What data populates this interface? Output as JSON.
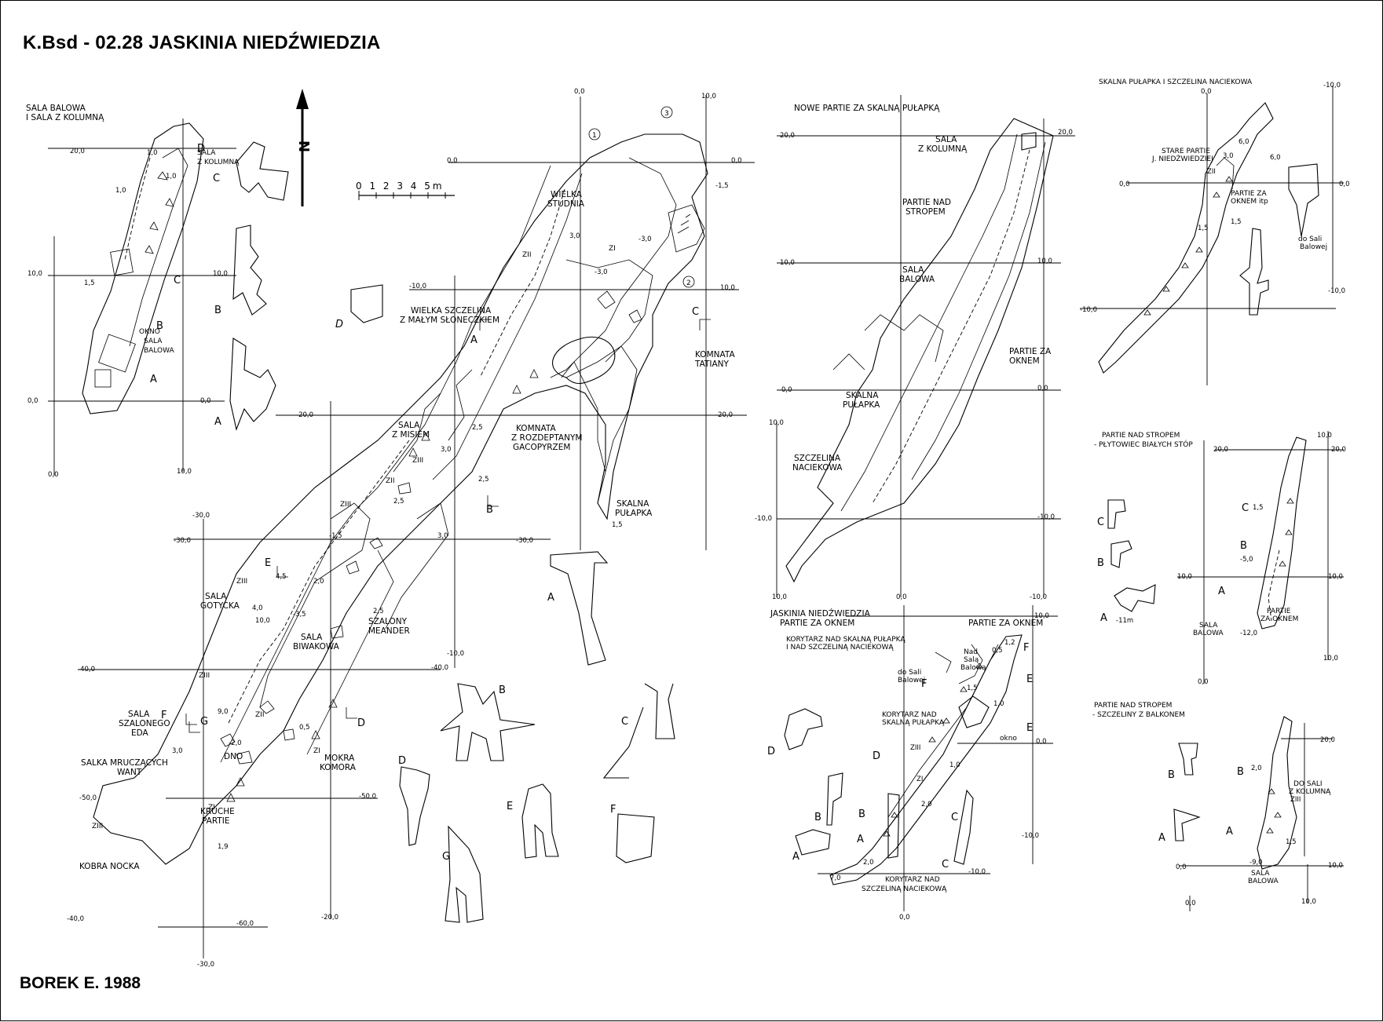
{
  "title": "K.Bsd - 02.28  JASKINIA NIEDŹWIEDZIA",
  "author": "BOREK E. 1988",
  "north_arrow": {
    "label": "N",
    "icon": "north-arrow-icon"
  },
  "scale_bar": {
    "label": "0 1 2 3 4 5m"
  },
  "panels": {
    "sala_balowa": {
      "heading_line1": "SALA BALOWA",
      "heading_line2": "I SALA Z KOLUMNĄ",
      "labels": {
        "sala_kolumna_1": "SALA",
        "sala_kolumna_2": "Z KOLUMNĄ",
        "sala_balowa_1": "SALA",
        "sala_balowa_2": "BALOWA",
        "okno": "OKNO"
      },
      "sections": [
        "A",
        "B",
        "C",
        "D"
      ],
      "ticks": [
        "20,0",
        "10,0",
        "10,0",
        "0,0",
        "0,0",
        "0,0",
        "10,0",
        "1,5",
        "1,0",
        "1,0",
        "1,0"
      ]
    },
    "main_plan": {
      "labels": {
        "wielka_studnia_1": "WIELKA",
        "wielka_studnia_2": "STUDNIA",
        "wielka_szczelina_1": "WIELKA SZCZELINA",
        "wielka_szczelina_2": "Z MAŁYM SŁONECZKIEM",
        "komnata_tatiany_1": "KOMNATA",
        "komnata_tatiany_2": "TATIANY",
        "sala_z_misiem_1": "SALA",
        "sala_z_misiem_2": "Z MISIEM",
        "komnata_gacopyrz_1": "KOMNATA",
        "komnata_gacopyrz_2": "Z ROZDEPTANYM",
        "komnata_gacopyrz_3": "GACOPYRZEM",
        "skalna_pulapka_1": "SKALNA",
        "skalna_pulapka_2": "PUŁAPKA",
        "sala_gotycka_1": "SALA",
        "sala_gotycka_2": "GOTYCKA",
        "sala_biwakowa_1": "SALA",
        "sala_biwakowa_2": "BIWAKOWA",
        "szalony_meander_1": "SZALONY",
        "szalony_meander_2": "MEANDER",
        "sala_szalonego_1": "SALA",
        "sala_szalonego_2": "SZALONEGO",
        "sala_szalonego_3": "EDA",
        "salka_1": "SALKA MRUCZĄCYCH",
        "salka_2": "WANT",
        "dno": "DNO",
        "mokra_komora_1": "MOKRA",
        "mokra_komora_2": "KOMORA",
        "kruche_1": "KRUCHE",
        "kruche_2": "PARTIE",
        "kobra_nocka": "KOBRA NOCKA"
      },
      "zones": [
        "ZI",
        "ZII",
        "ZIII",
        "ZII",
        "ZIII",
        "ZIII",
        "ZIII",
        "ZII",
        "ZI",
        "ZI",
        "ZIII"
      ],
      "markers": [
        "1",
        "2",
        "3"
      ],
      "sections": [
        "A",
        "B",
        "C",
        "D",
        "E",
        "F",
        "G"
      ],
      "ticks": [
        "0,0",
        "10,0",
        "0,0",
        "0,0",
        "-1,5",
        "-10,0",
        "10,0",
        "-20,0",
        "-20,0",
        "-30,0",
        "-30,0",
        "-30,0",
        "-40,0",
        "-40,0",
        "-10,0",
        "-50,0",
        "-50,0",
        "-40,0",
        "-20,0",
        "-60,0",
        "-30,0",
        "3,0",
        "-3,0",
        "-3,0",
        "2,5",
        "2,5",
        "3,0",
        "2,5",
        "1,5",
        "-1,5",
        "3,0",
        "4,5",
        "4,0",
        "2,0",
        "-3,5",
        "10,0",
        "2,5",
        "9,0",
        "-2,0",
        "0,5",
        "3,0",
        "1,9"
      ]
    },
    "main_sections": {
      "labels": [
        "A",
        "B",
        "C",
        "D",
        "E",
        "F",
        "G"
      ]
    },
    "nowe_partie": {
      "heading": "NOWE PARTIE ZA SKALNĄ PUŁAPKĄ",
      "labels": {
        "sala_kolumna_1": "SALA",
        "sala_kolumna_2": "Z KOLUMNĄ",
        "partie_nad_1": "PARTIE NAD",
        "partie_nad_2": "STROPEM",
        "sala_balowa_1": "SALA",
        "sala_balowa_2": "BALOWA",
        "partie_za_1": "PARTIE ZA",
        "partie_za_2": "OKNEM",
        "skalna_1": "SKALNA",
        "skalna_2": "PUŁAPKA",
        "szczelina_1": "SZCZELINA",
        "szczelina_2": "NACIEKOWA"
      },
      "ticks": [
        "20,0",
        "20,0",
        "10,0",
        "10,0",
        "0,0",
        "0,0",
        "10,0",
        "-10,0",
        "-10,0",
        "10,0",
        "0,0",
        "-10,0"
      ]
    },
    "skalna_pulapka_szczelina": {
      "heading": "SKALNA PUŁAPKA I SZCZELINA NACIEKOWA",
      "labels": {
        "stare_1": "STARE PARTIE",
        "stare_2": "J. NIEDŹWIEDZIEJ",
        "partie_za_1": "PARTIE ZA",
        "partie_za_2": "OKNEM itp",
        "do_sali_1": "do Sali",
        "do_sali_2": "Balowej"
      },
      "ticks": [
        "0,0",
        "-10,0",
        "0,0",
        "0,0",
        "-10,0",
        "-10,0",
        "6,0",
        "3,0",
        "6,0",
        "1,5",
        "1,5",
        "ZII"
      ]
    },
    "plytowiec": {
      "heading_line1": "PARTIE NAD STROPEM",
      "heading_line2": "- PŁYTOWIEC BIAŁYCH STÓP",
      "labels": {
        "partie_1": "PARTIE",
        "partie_2": "ZA OKNEM",
        "sala_1": "SALA",
        "sala_2": "BALOWA"
      },
      "sections": [
        "A",
        "B",
        "C",
        "A",
        "B",
        "C"
      ],
      "ticks": [
        "10,0",
        "20,0",
        "20,0",
        "10,0",
        "10,0",
        "10,0",
        "0,0",
        "-5,0",
        "-12,0",
        "1,5",
        "-11m"
      ]
    },
    "balkon": {
      "heading_line1": "PARTIE NAD STROPEM",
      "heading_line2": "- SZCZELINY Z BALKONEM",
      "labels": {
        "do_sali_1": "DO SALI",
        "do_sali_2": "Z KOLUMNĄ",
        "sala_1": "SALA",
        "sala_2": "BALOWA"
      },
      "sections": [
        "A",
        "B",
        "A",
        "B"
      ],
      "ticks": [
        "20,0",
        "10,0",
        "0,0",
        "0,0",
        "10,0",
        "2,0",
        "1,5",
        "-9,0",
        "ZIII"
      ]
    },
    "za_oknem": {
      "heading_line1": "JASKINIA NIEDŹWIEDZIA",
      "heading_line2": "PARTIE ZA OKNEM",
      "heading_right": "PARTIE ZA OKNEM",
      "labels": {
        "korytarz_top_1": "KORYTARZ NAD SKALNĄ PUŁAPKĄ",
        "korytarz_top_2": "I NAD SZCZELINĄ NACIEKOWĄ",
        "nad_1": "Nad",
        "nad_2": "Salą",
        "nad_3": "Balową",
        "do_sali_1": "do Sali",
        "do_sali_2": "Balowej",
        "korytarz_mid_1": "KORYTARZ NAD",
        "korytarz_mid_2": "SKALNĄ PUŁAPKĄ",
        "okno": "okno",
        "korytarz_bot_1": "KORYTARZ NAD",
        "korytarz_bot_2": "SZCZELINĄ NACIEKOWĄ"
      },
      "sections": [
        "A",
        "B",
        "C",
        "D",
        "E",
        "F",
        "A",
        "B",
        "C",
        "D",
        "E",
        "F"
      ],
      "ticks": [
        "10,0",
        "0,0",
        "-10,0",
        "-10,0",
        "0,0",
        "1,2",
        "0,5",
        "1,5",
        "1,0",
        "1,0",
        "2,0",
        "7,0",
        "2,0",
        "ZIII",
        "ZI"
      ]
    }
  }
}
